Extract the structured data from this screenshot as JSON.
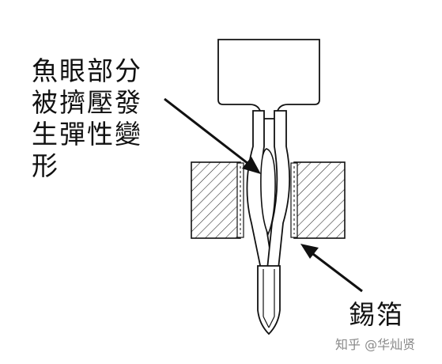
{
  "annotations": {
    "deformation_lines": [
      "魚眼部分",
      "被擠壓發",
      "生彈性變",
      "形"
    ],
    "foil_label": "錫箔"
  },
  "watermark": "知乎 @华灿贤",
  "colors": {
    "line": "#111111",
    "background": "#ffffff",
    "watermark": "#8a8a8a"
  }
}
